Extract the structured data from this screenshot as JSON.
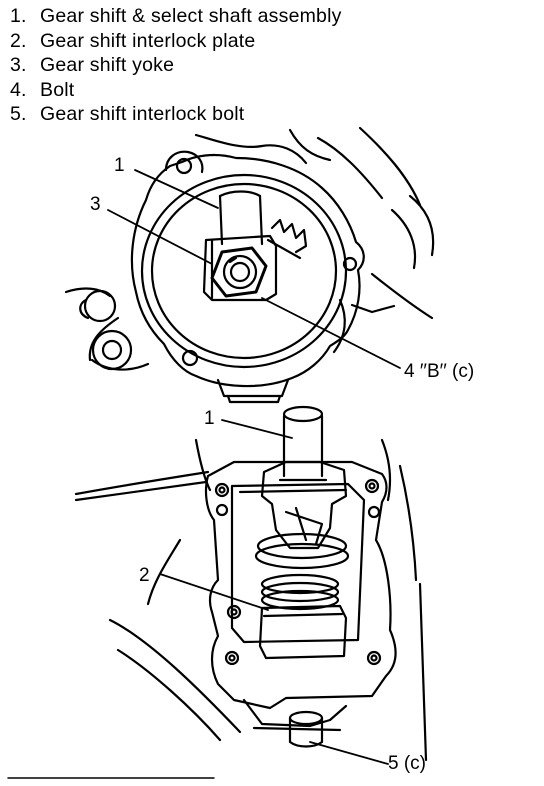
{
  "legend": [
    {
      "num": "1.",
      "text": "Gear shift & select shaft assembly"
    },
    {
      "num": "2.",
      "text": "Gear shift interlock plate"
    },
    {
      "num": "3.",
      "text": "Gear shift yoke"
    },
    {
      "num": "4.",
      "text": "Bolt"
    },
    {
      "num": "5.",
      "text": "Gear shift interlock bolt"
    }
  ],
  "callouts": {
    "top_1": "1",
    "top_3": "3",
    "top_4": "4 ′′B′′ (c)",
    "bottom_1": "1",
    "bottom_2": "2",
    "bottom_5": "5 (c)"
  }
}
